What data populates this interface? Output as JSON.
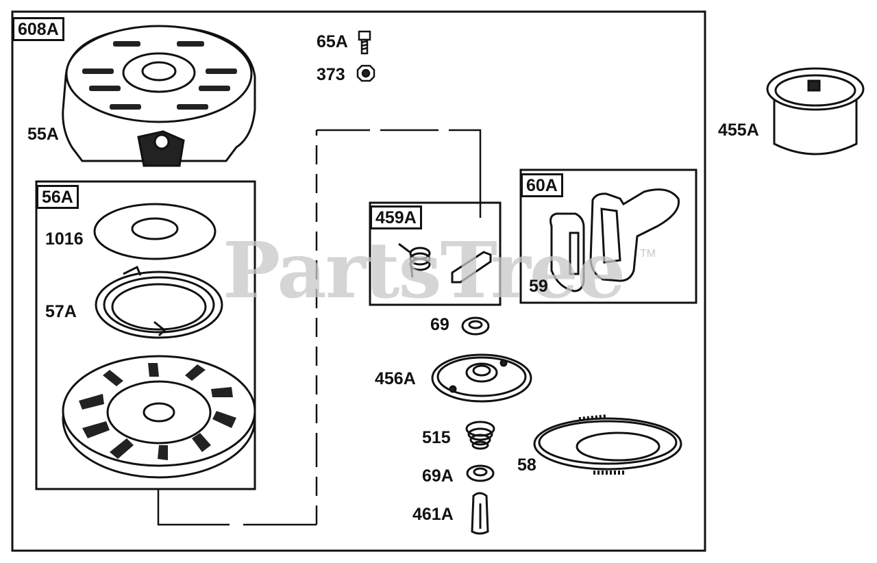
{
  "watermark": {
    "text": "PartsTree",
    "trademark": "TM"
  },
  "groups": {
    "assembly": "608A",
    "pulley_group": "56A",
    "pawl_group": "459A",
    "handle_group": "60A"
  },
  "parts": {
    "housing": "55A",
    "screw": "65A",
    "nut": "373",
    "washer_large": "1016",
    "spring": "57A",
    "washer_small": "69",
    "retainer": "456A",
    "spring_small": "515",
    "washer_bottom": "69A",
    "pin": "461A",
    "rope": "58",
    "handle": "59",
    "cup": "455A"
  }
}
